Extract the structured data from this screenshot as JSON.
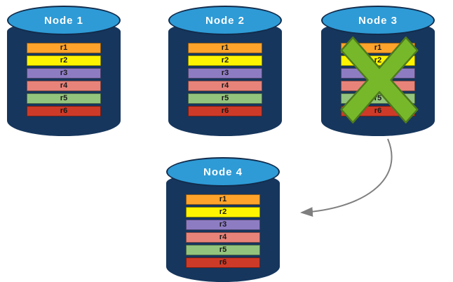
{
  "diagram": {
    "nodes": [
      {
        "label": "Node 1",
        "rows": [
          "r1",
          "r2",
          "r3",
          "r4",
          "r5",
          "r6"
        ]
      },
      {
        "label": "Node 2",
        "rows": [
          "r1",
          "r2",
          "r3",
          "r4",
          "r5",
          "r6"
        ]
      },
      {
        "label": "Node 3",
        "rows": [
          "r1",
          "r2",
          "r3",
          "r4",
          "r5",
          "r6"
        ],
        "status": "failed"
      },
      {
        "label": "Node 4",
        "rows": [
          "r1",
          "r2",
          "r3",
          "r4",
          "r5",
          "r6"
        ]
      }
    ],
    "row_colors": {
      "r1": "#FFA32B",
      "r2": "#FFF400",
      "r3": "#8E7CC3",
      "r4": "#E8837A",
      "r5": "#93C47D",
      "r6": "#CE3A28"
    },
    "colors": {
      "cylinder_body": "#16365D",
      "cylinder_top": "#2E9BD6",
      "failure_x": "#76B82A",
      "failure_x_outline": "#4E7A1C",
      "arrow": "#7F7F7F"
    },
    "failure": {
      "node": "Node 3",
      "icon": "x-mark"
    },
    "arrow": {
      "from": "Node 3",
      "to": "Node 4"
    }
  }
}
